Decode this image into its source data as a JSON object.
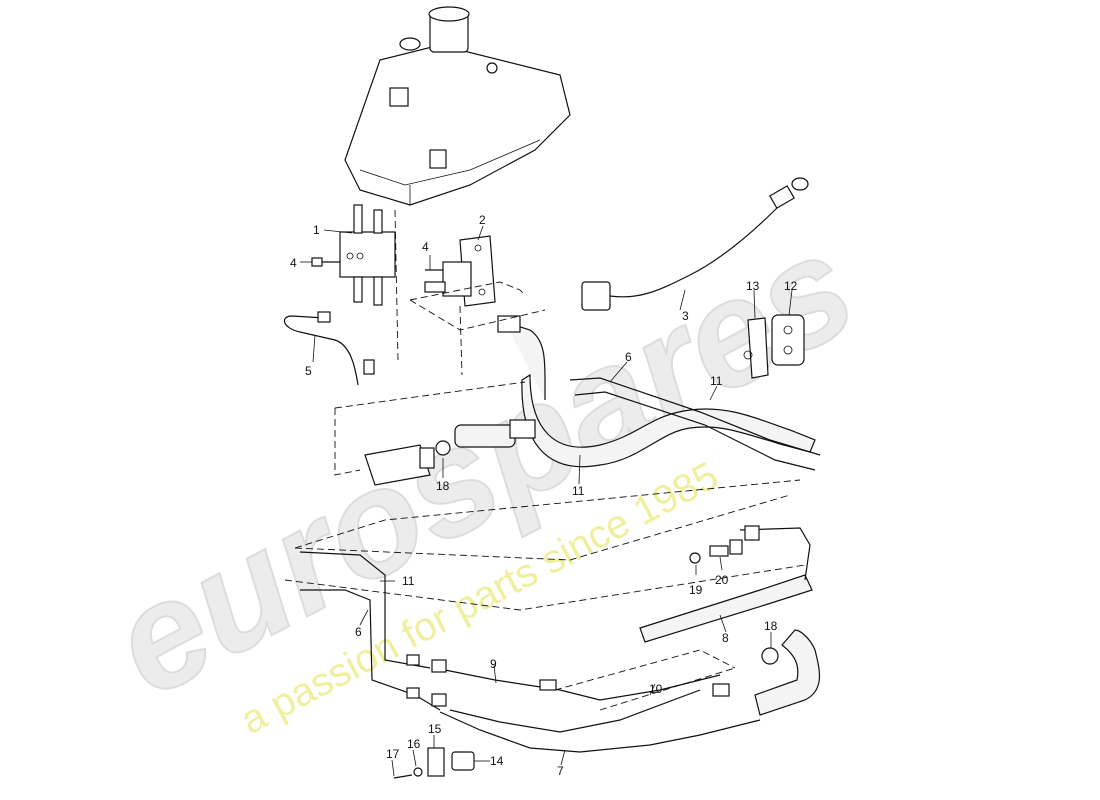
{
  "watermark": {
    "brand": "eurospares",
    "tagline": "a passion for parts since 1985"
  },
  "callouts": [
    {
      "id": "c1",
      "label": "1"
    },
    {
      "id": "c2",
      "label": "2"
    },
    {
      "id": "c3",
      "label": "3"
    },
    {
      "id": "c4a",
      "label": "4"
    },
    {
      "id": "c4b",
      "label": "4"
    },
    {
      "id": "c5",
      "label": "5"
    },
    {
      "id": "c6a",
      "label": "6"
    },
    {
      "id": "c6b",
      "label": "6"
    },
    {
      "id": "c7",
      "label": "7"
    },
    {
      "id": "c8",
      "label": "8"
    },
    {
      "id": "c9",
      "label": "9"
    },
    {
      "id": "c10",
      "label": "10"
    },
    {
      "id": "c11a",
      "label": "11"
    },
    {
      "id": "c11b",
      "label": "11"
    },
    {
      "id": "c11c",
      "label": "11"
    },
    {
      "id": "c12",
      "label": "12"
    },
    {
      "id": "c13",
      "label": "13"
    },
    {
      "id": "c14",
      "label": "14"
    },
    {
      "id": "c15",
      "label": "15"
    },
    {
      "id": "c16",
      "label": "16"
    },
    {
      "id": "c17",
      "label": "17"
    },
    {
      "id": "c18a",
      "label": "18"
    },
    {
      "id": "c18b",
      "label": "18"
    },
    {
      "id": "c19",
      "label": "19"
    },
    {
      "id": "c20",
      "label": "20"
    }
  ]
}
